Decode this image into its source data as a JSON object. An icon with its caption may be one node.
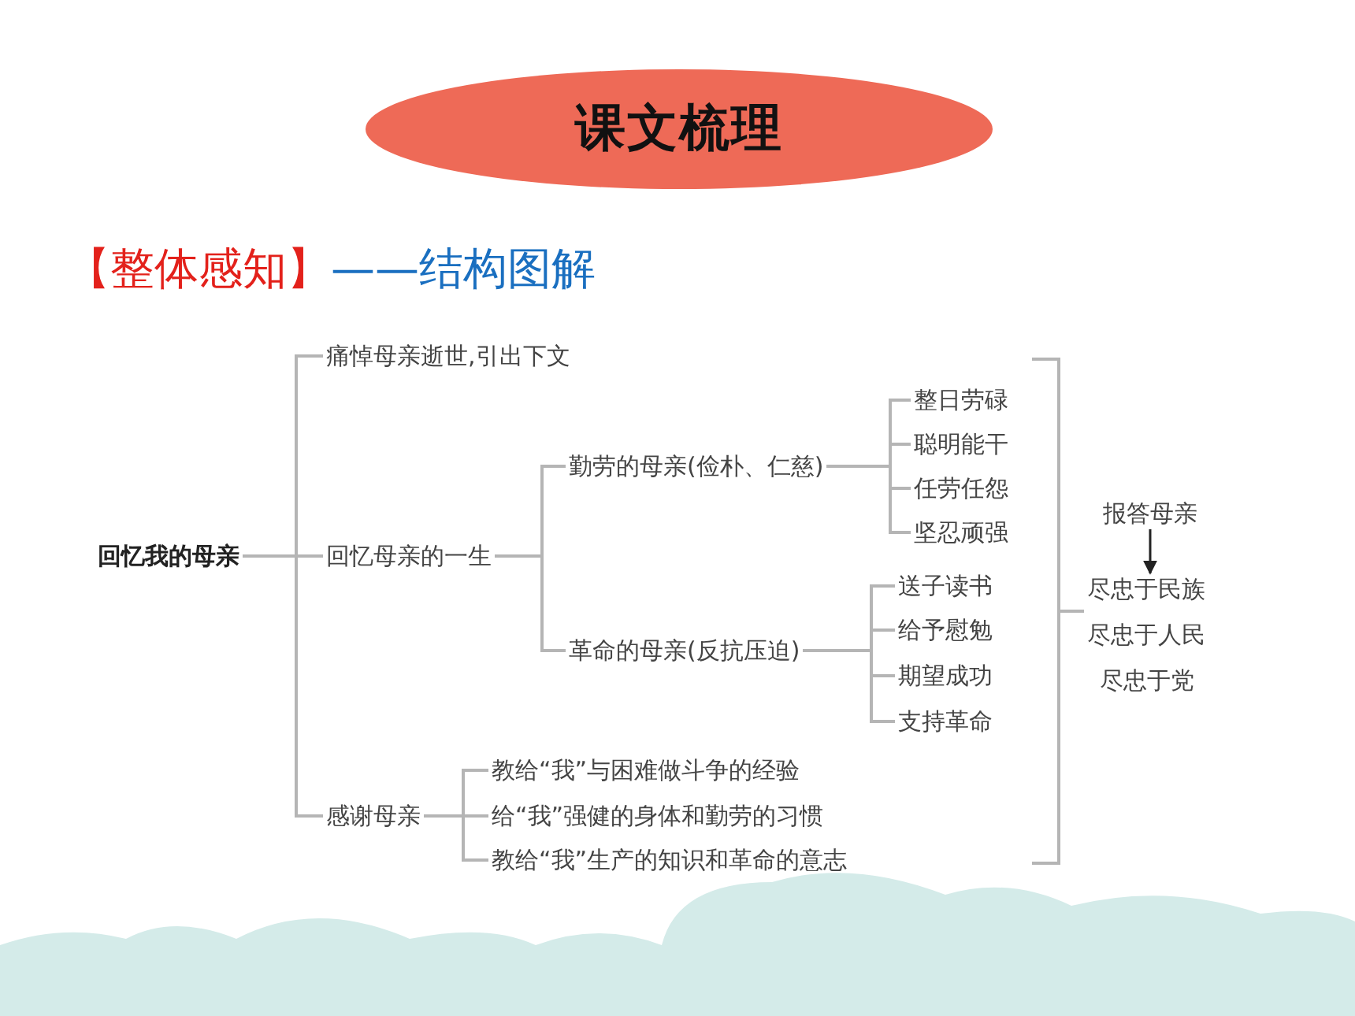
{
  "diagram": {
    "nodes": [
      {
        "text": [
          "课文梳理"
        ]
      },
      {
        "text": [
          "回忆我的母亲"
        ]
      },
      {
        "text": [
          "痛悼母亲逝世,引出下文"
        ]
      },
      {
        "text": [
          "回忆母亲的一生"
        ]
      },
      {
        "text": [
          "勤劳的母亲(俭朴、仁慈)"
        ]
      },
      {
        "text": [
          "整日劳碌"
        ]
      },
      {
        "text": [
          "聪明能干"
        ]
      },
      {
        "text": [
          "任劳任怨"
        ]
      },
      {
        "text": [
          "坚忍顽强"
        ]
      },
      {
        "text": [
          "革命的母亲(反抗压迫)"
        ]
      },
      {
        "text": [
          "送子读书"
        ]
      },
      {
        "text": [
          "给予慰勉"
        ]
      },
      {
        "text": [
          "期望成功"
        ]
      },
      {
        "text": [
          "支持革命"
        ]
      },
      {
        "text": [
          "感谢母亲"
        ]
      },
      {
        "text": [
          "教给“我”与困难做斗争的经验"
        ]
      },
      {
        "text": [
          "给“我”强健的身体和勤劳的习惯"
        ]
      },
      {
        "text": [
          "教给“我”生产的知识和革命的意志"
        ]
      },
      {
        "text": [
          "报答母亲"
        ]
      },
      {
        "text": [
          "尽忠于民族"
        ]
      },
      {
        "text": [
          "尽忠于人民"
        ]
      },
      {
        "text": [
          "尽忠于党"
        ]
      }
    ],
    "edges": [
      {
        "from": 1,
        "to": 2,
        "arrow": "none"
      },
      {
        "from": 1,
        "to": 3,
        "arrow": "none"
      },
      {
        "from": 1,
        "to": 14,
        "arrow": "none"
      },
      {
        "from": 3,
        "to": 4,
        "arrow": "none"
      },
      {
        "from": 3,
        "to": 9,
        "arrow": "none"
      },
      {
        "from": 4,
        "to": 5,
        "arrow": "none"
      },
      {
        "from": 4,
        "to": 6,
        "arrow": "none"
      },
      {
        "from": 4,
        "to": 7,
        "arrow": "none"
      },
      {
        "from": 4,
        "to": 8,
        "arrow": "none"
      },
      {
        "from": 9,
        "to": 10,
        "arrow": "none"
      },
      {
        "from": 9,
        "to": 11,
        "arrow": "none"
      },
      {
        "from": 9,
        "to": 12,
        "arrow": "none"
      },
      {
        "from": 9,
        "to": 13,
        "arrow": "none"
      },
      {
        "from": 14,
        "to": 15,
        "arrow": "none"
      },
      {
        "from": 14,
        "to": 16,
        "arrow": "none"
      },
      {
        "from": 14,
        "to": 17,
        "arrow": "none"
      },
      {
        "from": 18,
        "to": 19,
        "arrow": "to",
        "color": "#222222"
      }
    ],
    "labels": [
      "【整体感知】",
      "——结构图解"
    ]
  }
}
